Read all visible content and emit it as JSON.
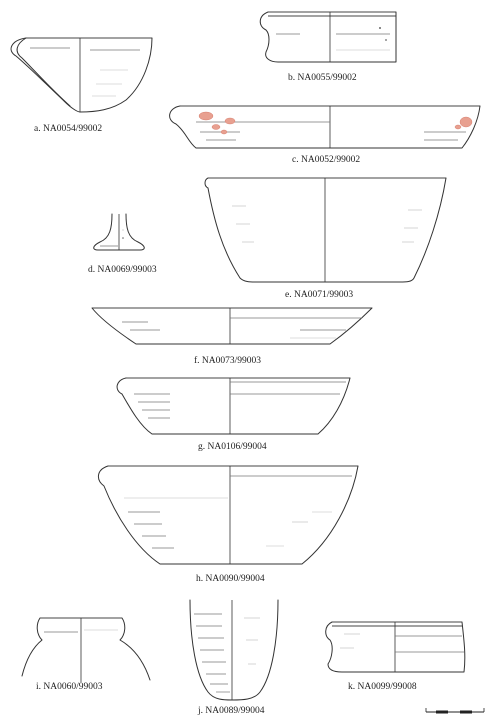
{
  "figure": {
    "labels": {
      "a": "a. NA0054/99002",
      "b": "b. NA0055/99002",
      "c": "c. NA0052/99002",
      "d": "d. NA0069/99003",
      "e": "e. NA0071/99003",
      "f": "f. NA0073/99003",
      "g": "g. NA0106/99004",
      "h": "h.  NA0090/99004",
      "i": "i.  NA0060/99003",
      "j": "j. NA0089/99004",
      "k": "k. NA0099/99008"
    },
    "colors": {
      "line": "#333333",
      "slip_patches": "#e8a090"
    }
  }
}
